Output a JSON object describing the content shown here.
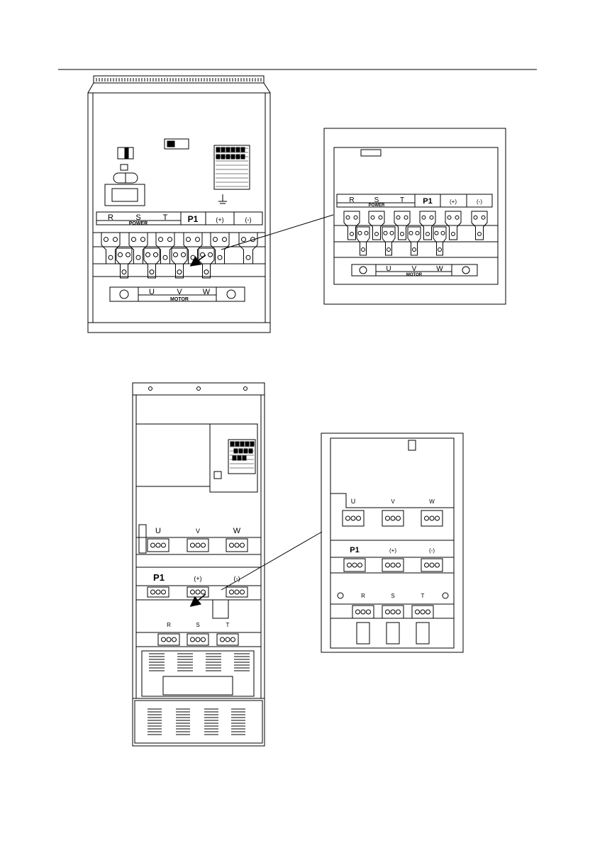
{
  "figure1": {
    "main": {
      "power_labels": [
        "R",
        "S",
        "T",
        "P1",
        "(+)",
        "(-)"
      ],
      "power_group": "POWER",
      "motor_labels": [
        "U",
        "V",
        "W"
      ],
      "motor_group": "MOTOR"
    },
    "zoom": {
      "power_labels": [
        "R",
        "S",
        "T",
        "P1",
        "(+)",
        "(-)"
      ],
      "power_group": "POWER",
      "motor_labels": [
        "U",
        "V",
        "W"
      ],
      "motor_group": "MOTOR"
    }
  },
  "figure2": {
    "main": {
      "motor_labels": [
        "U",
        "V",
        "W"
      ],
      "dc_labels": [
        "P1",
        "(+)",
        "(-)"
      ],
      "power_labels": [
        "R",
        "S",
        "T"
      ]
    },
    "zoom": {
      "motor_labels": [
        "U",
        "V",
        "W"
      ],
      "dc_labels": [
        "P1",
        "(+)",
        "(-)"
      ],
      "power_labels": [
        "R",
        "S",
        "T"
      ]
    }
  }
}
